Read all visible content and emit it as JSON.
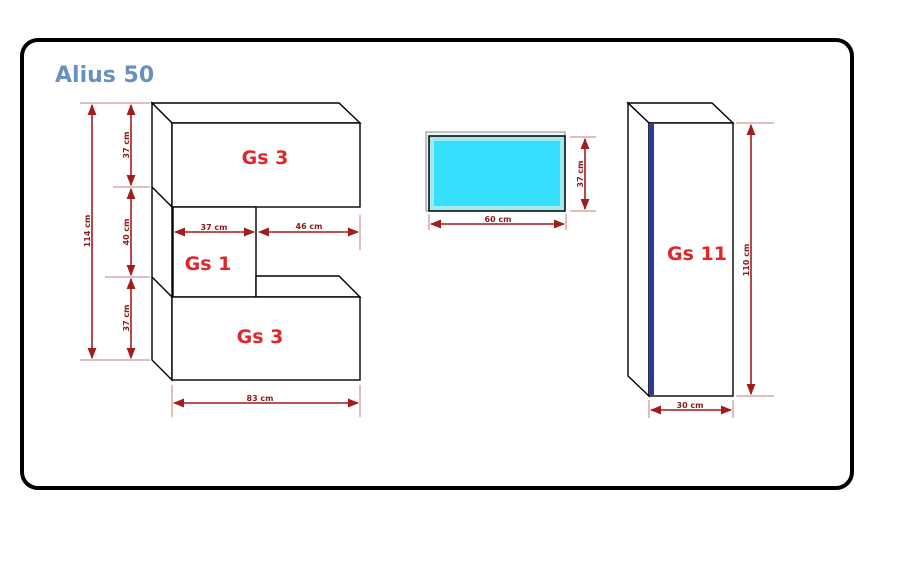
{
  "title": "Alius 50",
  "modules": {
    "top": {
      "label": "Gs 3",
      "height": "37 cm"
    },
    "middle": {
      "label": "Gs 1",
      "height": "40 cm",
      "width": "37 cm",
      "gap_width": "46 cm"
    },
    "bottom": {
      "label": "Gs 3",
      "height": "37 cm",
      "width": "83 cm"
    },
    "total_height": "114 cm",
    "panel": {
      "width": "60 cm",
      "height": "37 cm"
    },
    "tall": {
      "label": "Gs 11",
      "width": "30 cm",
      "height": "110 cm"
    }
  },
  "colors": {
    "label": "#e0252b",
    "dimension": "#a31c1c",
    "title": "#6a8fc2",
    "panel": "#35dfff",
    "accent_strip": "#2a3a9a"
  }
}
